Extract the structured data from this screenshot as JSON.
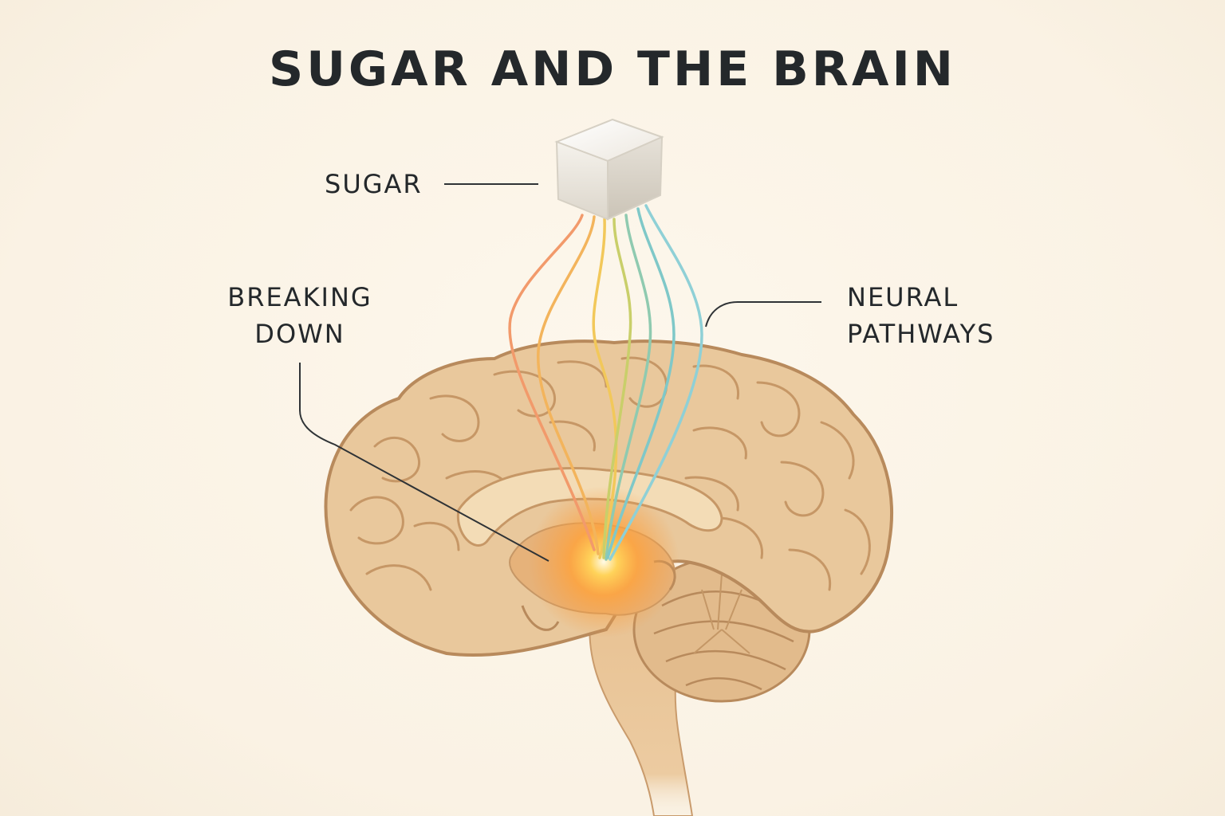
{
  "title": "SUGAR AND THE BRAIN",
  "labels": {
    "sugar": "SUGAR",
    "breaking_down": [
      "BREAKING",
      "DOWN"
    ],
    "neural_pathways": [
      "NEURAL",
      "PATHWAYS"
    ]
  },
  "colors": {
    "background": "#fbf4e8",
    "text": "#24282b",
    "brain": "#e9c89c",
    "brain_shadow": "#c99b6c",
    "glow": "#ffb02e",
    "pathways": [
      "#f29a6b",
      "#f3b45c",
      "#f2c85a",
      "#c9cf6a",
      "#8fcab0",
      "#7fc8c8",
      "#8fd0d6"
    ]
  }
}
